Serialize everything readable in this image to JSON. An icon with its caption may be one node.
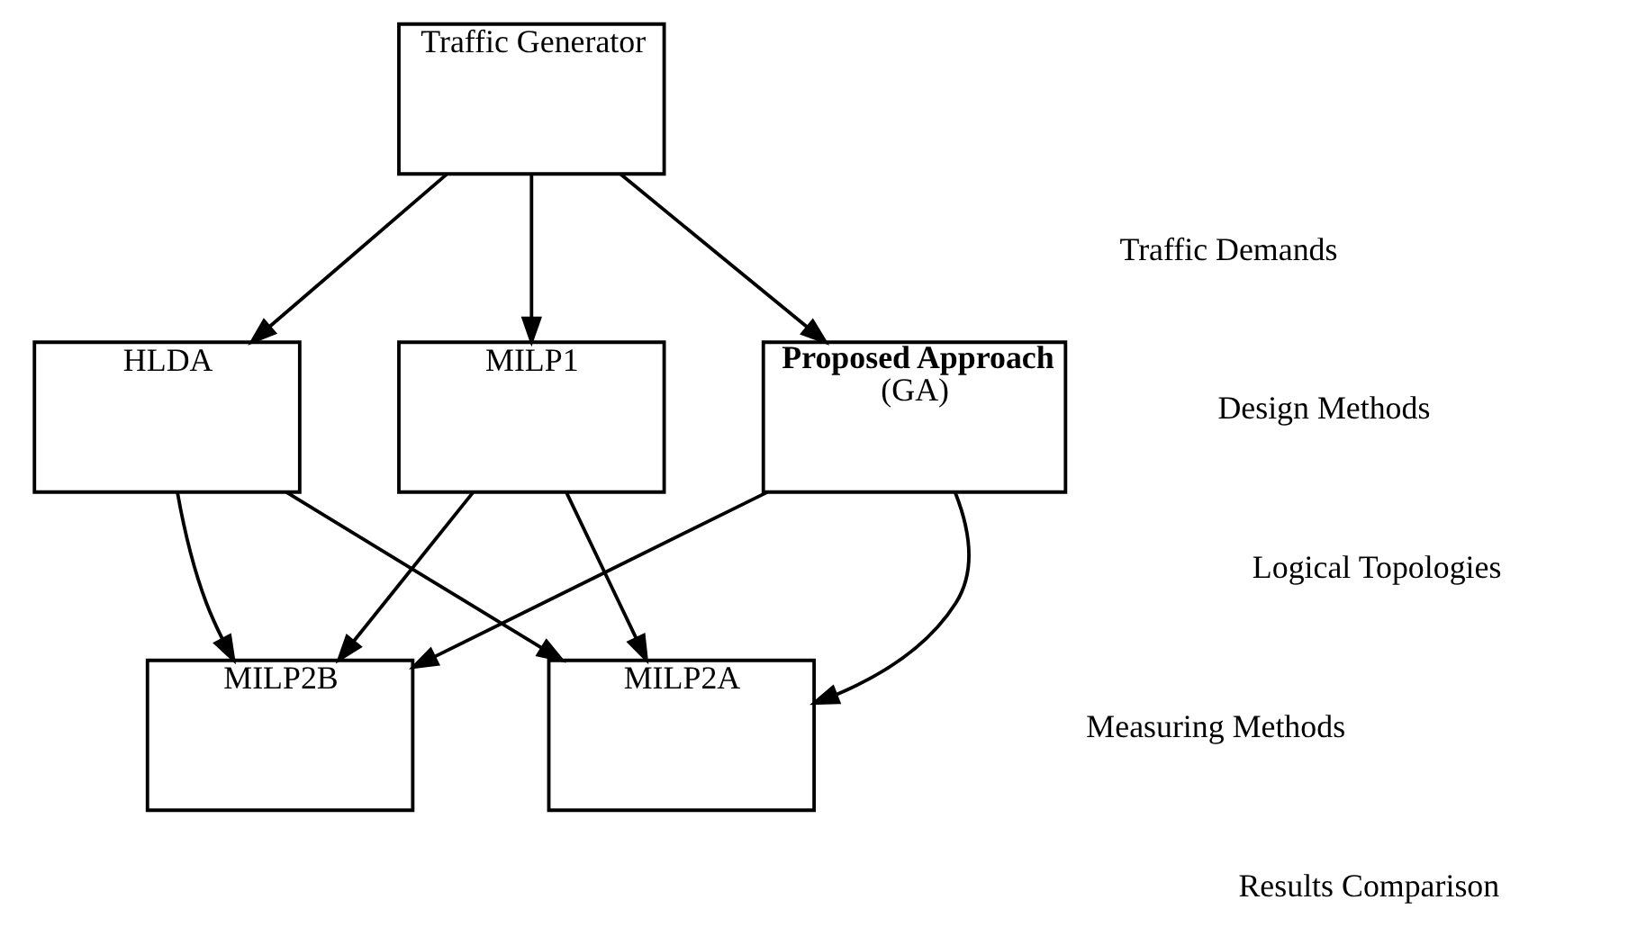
{
  "diagram": {
    "nodes": [
      {
        "text": [
          "Traffic Generator"
        ]
      },
      {
        "text": [
          "HLDA"
        ]
      },
      {
        "text": [
          "Proposed Approach",
          "(GA)"
        ]
      },
      {
        "text": [
          "MILP1"
        ]
      },
      {
        "text": [
          "MILP2A"
        ]
      },
      {
        "text": [
          "MILP2B"
        ]
      }
    ],
    "edges": [
      {
        "from": 0,
        "to": 1,
        "arrow": "to"
      },
      {
        "from": 0,
        "to": 2,
        "arrow": "to"
      },
      {
        "from": 0,
        "to": 3,
        "arrow": "to"
      },
      {
        "from": 1,
        "to": 4,
        "arrow": "to"
      },
      {
        "from": 1,
        "to": 5,
        "arrow": "to"
      },
      {
        "from": 2,
        "to": 4,
        "arrow": "to"
      },
      {
        "from": 2,
        "to": 5,
        "arrow": "to"
      },
      {
        "from": 3,
        "to": 4,
        "arrow": "to"
      },
      {
        "from": 3,
        "to": 5,
        "arrow": "to"
      }
    ],
    "labels": [
      "Traffic Demands",
      "Design Methods",
      "Logical Topologies",
      "Measuring Methods",
      "Results Comparison"
    ]
  }
}
